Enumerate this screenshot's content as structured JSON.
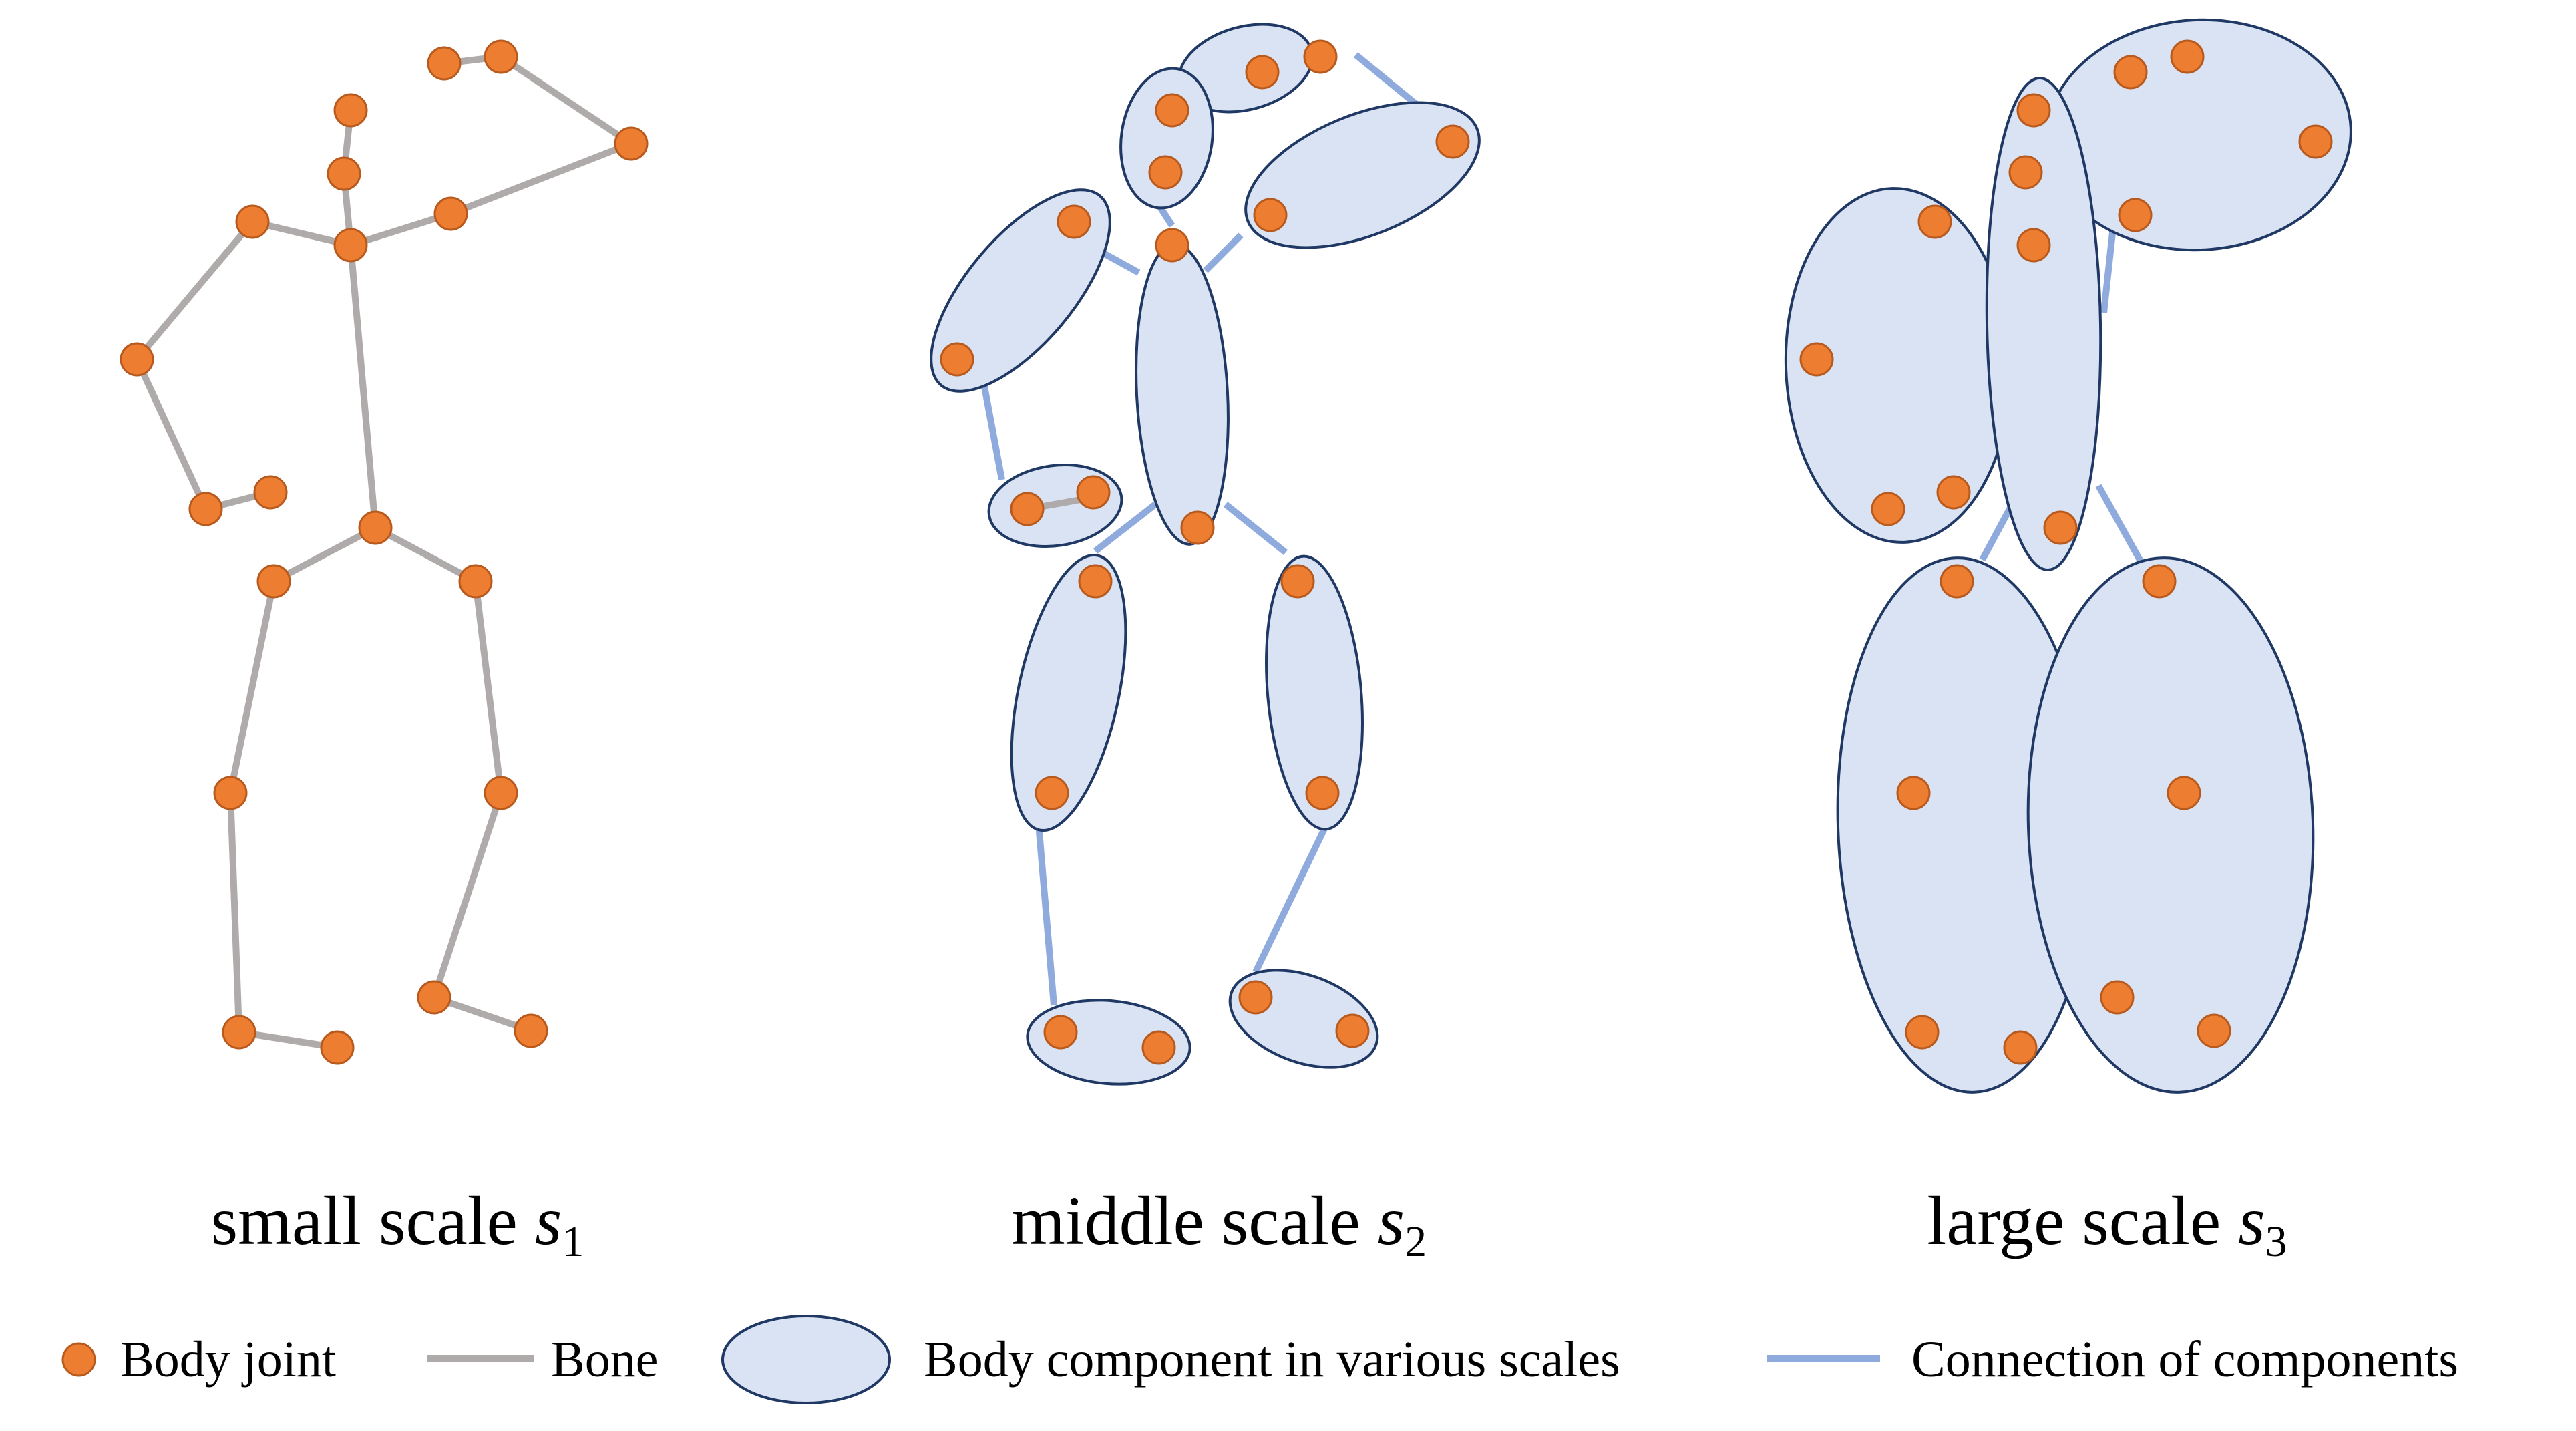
{
  "colors": {
    "joint_fill": "#ED7D31",
    "joint_stroke": "#B85A1E",
    "bone": "#AFABAB",
    "component_fill": "#DAE3F3",
    "component_stroke": "#1F3864",
    "connection": "#8FAADC"
  },
  "panels": {
    "small": {
      "label_prefix": "small scale ",
      "symbol": "s",
      "subscript": "1"
    },
    "middle": {
      "label_prefix": "middle scale ",
      "symbol": "s",
      "subscript": "2"
    },
    "large": {
      "label_prefix": "large scale ",
      "symbol": "s",
      "subscript": "3"
    }
  },
  "legend": {
    "joint": "Body joint",
    "bone": "Bone",
    "component": "Body component in various scales",
    "connection": "Connection of components"
  }
}
